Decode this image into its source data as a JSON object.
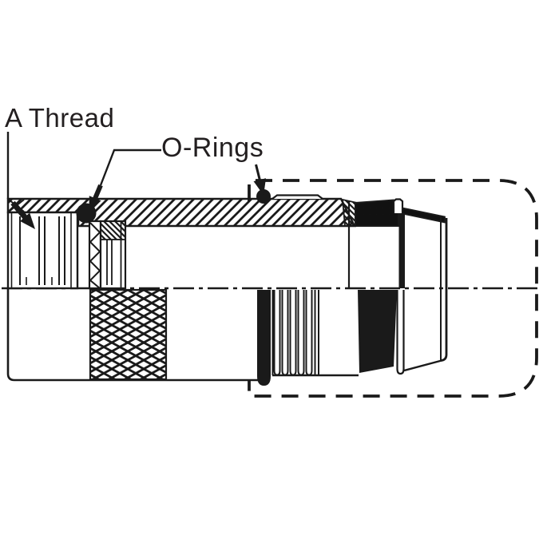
{
  "figure": {
    "kind": "engineering cross-section drawing of a circular connector backshell",
    "callouts": {
      "a_thread": "A Thread",
      "o_rings": "O-Rings"
    },
    "o_ring_count_shown": 2
  },
  "colors": {
    "ink": "#231f20",
    "paper": "#ffffff"
  }
}
